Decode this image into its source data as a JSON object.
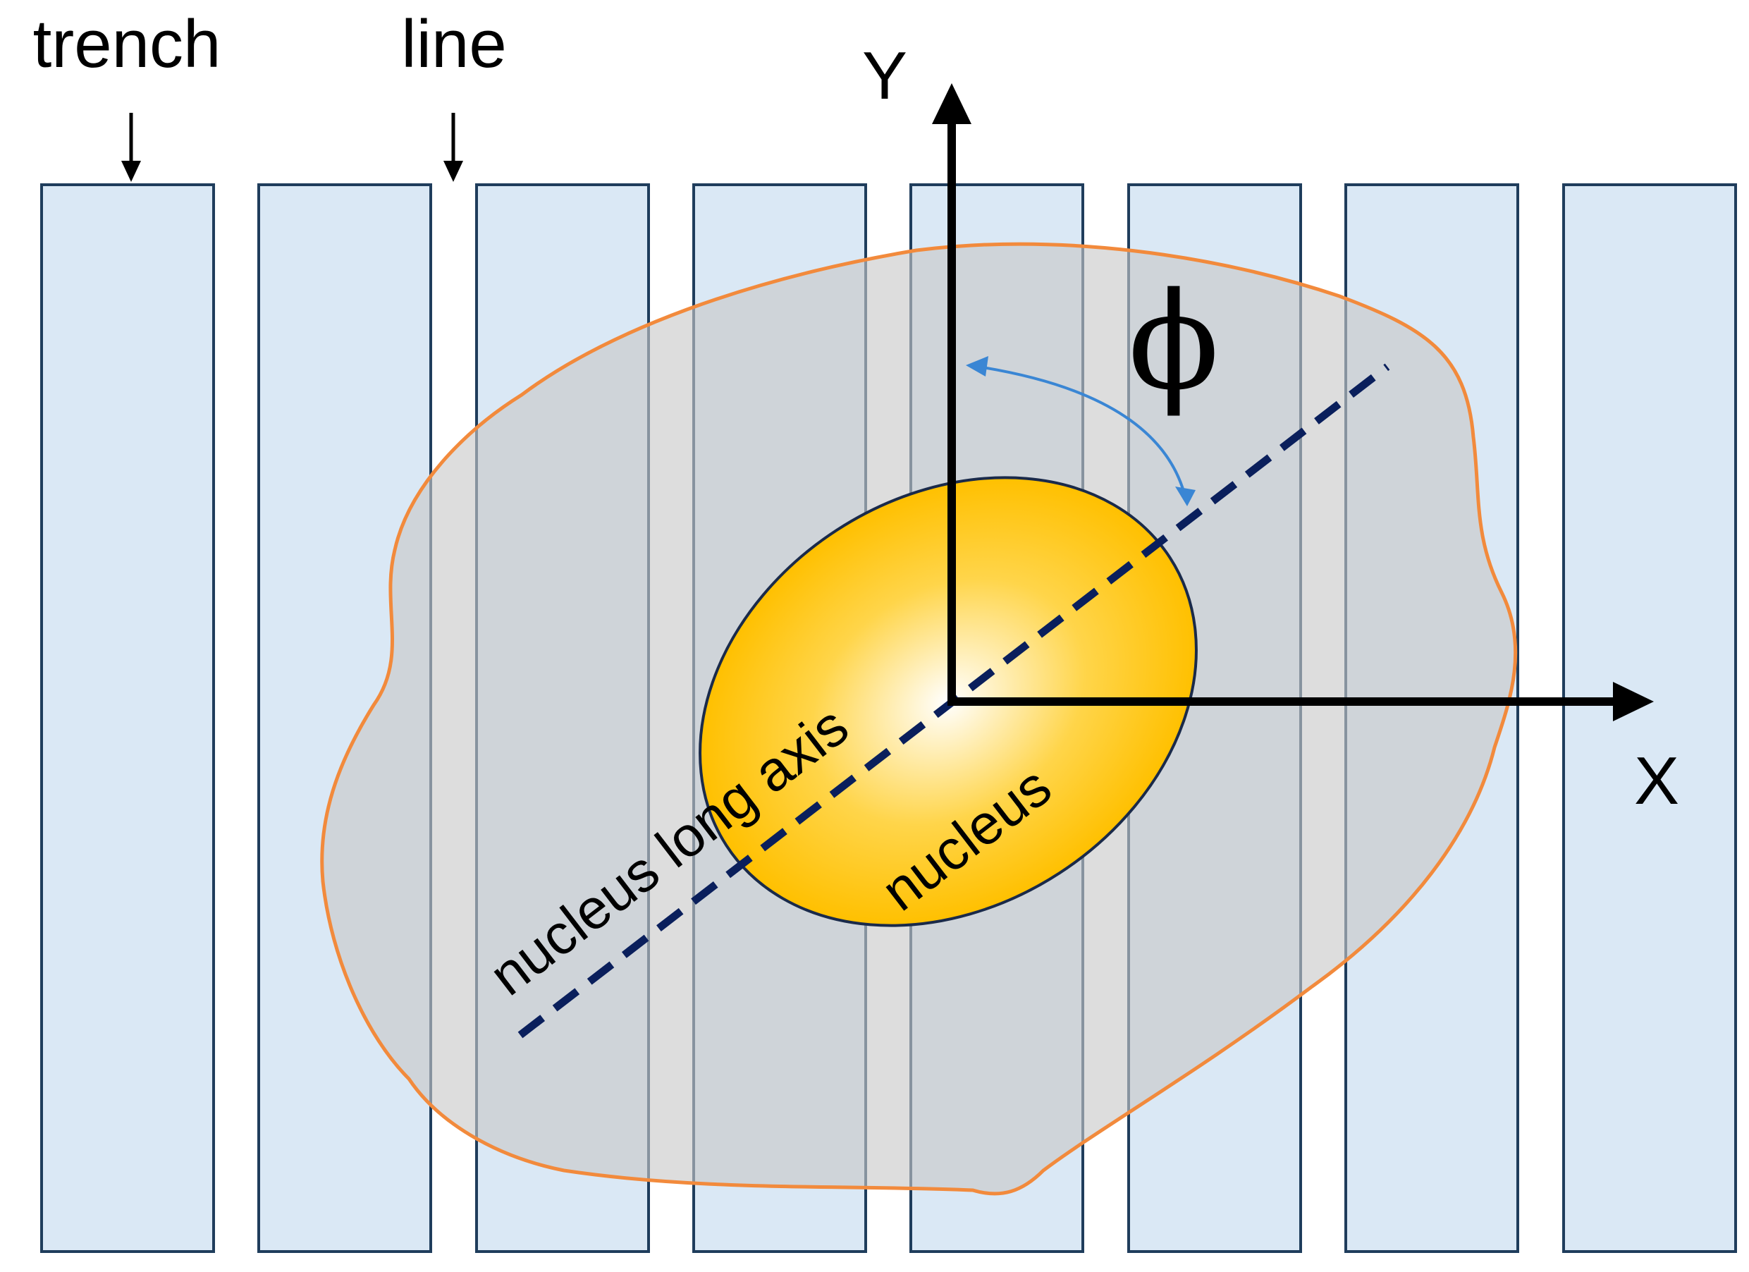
{
  "labels": {
    "trench": "trench",
    "line": "line",
    "y_axis": "Y",
    "x_axis": "X",
    "phi": "ϕ",
    "nucleus_long_axis": "nucleus long axis",
    "nucleus": "nucleus"
  },
  "colors": {
    "trench_fill": "#DAE8F5",
    "trench_stroke": "#1F3D5C",
    "cell_fill": "#C8C8C8",
    "cell_outline": "#F28A3C",
    "nucleus_edge": "#FFC000",
    "nucleus_center": "#FFFFFF",
    "long_axis_dash": "#0A1F5C",
    "angle_arrow": "#3A86D4",
    "axis": "#000000"
  },
  "icons": {
    "trench_pointer": "down-arrow",
    "line_pointer": "down-arrow"
  }
}
